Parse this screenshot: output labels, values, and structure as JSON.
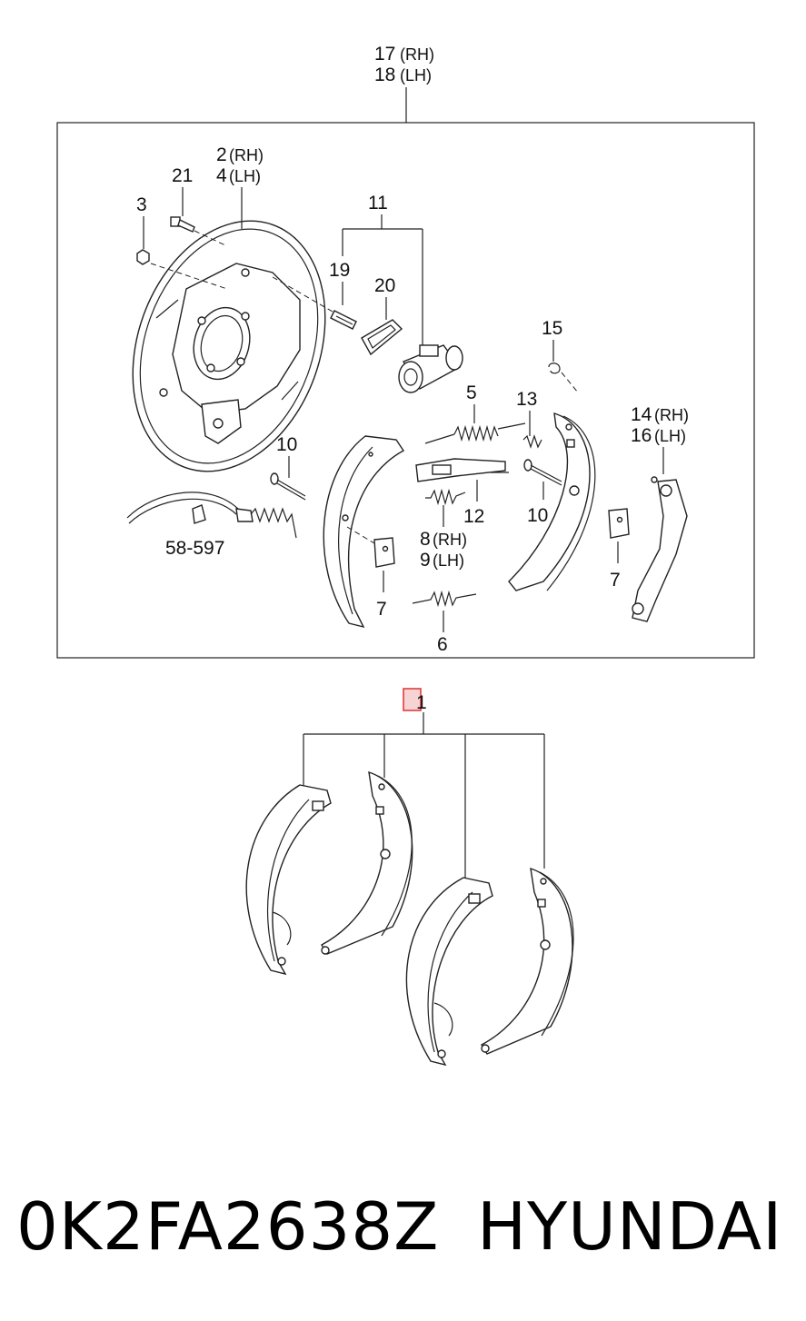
{
  "callouts": {
    "c17": "17",
    "c18": "18",
    "c2": "2",
    "c4": "4",
    "c21": "21",
    "c3": "3",
    "c11": "11",
    "c19": "19",
    "c20": "20",
    "c15": "15",
    "c5": "5",
    "c13": "13",
    "c14": "14",
    "c16": "16",
    "c10a": "10",
    "c10b": "10",
    "c12": "12",
    "c8": "8",
    "c9": "9",
    "c7a": "7",
    "c7b": "7",
    "c6": "6",
    "c58": "58-597",
    "c1": "1"
  },
  "side": {
    "rh": "(RH)",
    "lh": "(LH)"
  },
  "footer": {
    "part_number": "0K2FA2638Z",
    "brand": "HYUNDAI"
  },
  "colors": {
    "highlight": "#e03030",
    "highlight_fill": "#f6d4d4"
  }
}
